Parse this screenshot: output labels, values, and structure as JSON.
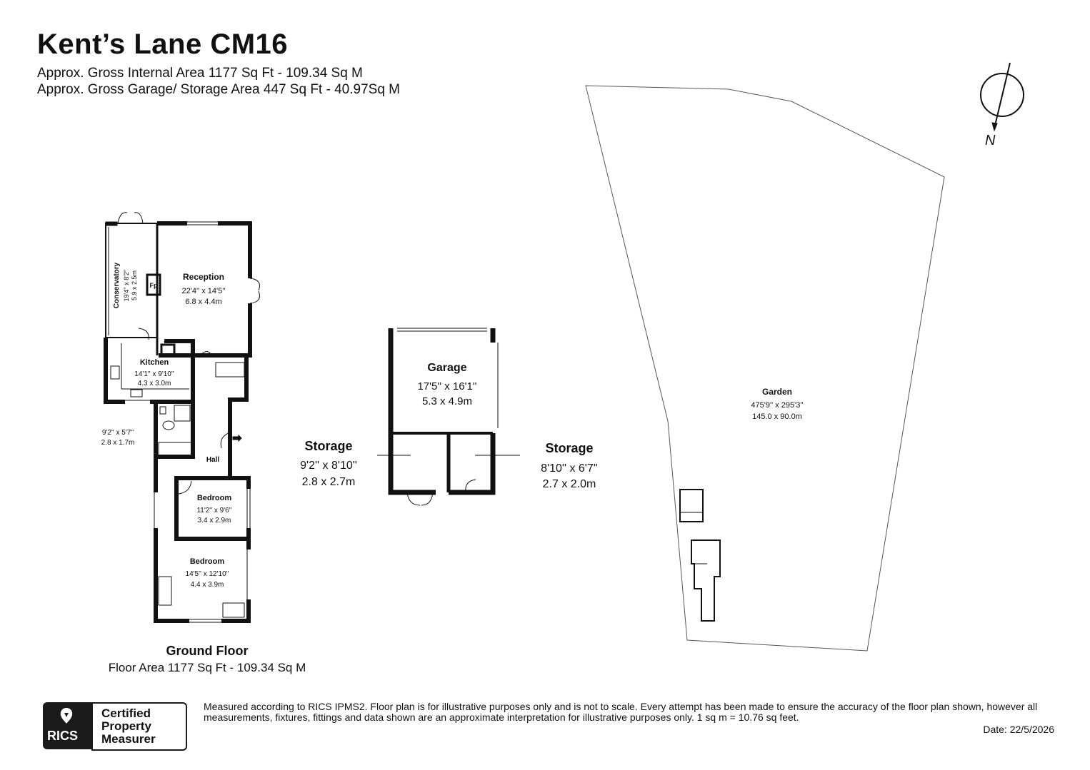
{
  "header": {
    "title": "Kent’s Lane CM16",
    "internal_area": "Approx. Gross Internal Area 1177 Sq Ft - 109.34 Sq M",
    "garage_area": "Approx. Gross Garage/ Storage Area 447 Sq Ft - 40.97Sq M"
  },
  "rooms": {
    "reception": {
      "name": "Reception",
      "imperial": "22'4'' x 14'5''",
      "metric": "6.8 x 4.4m"
    },
    "conservatory": {
      "name": "Conservatory",
      "imperial": "19'4'' x 8'2''",
      "metric": "5.9 x 2.5m"
    },
    "fireplace": {
      "name": "Fp"
    },
    "kitchen": {
      "name": "Kitchen",
      "imperial": "14'1'' x 9'10''",
      "metric": "4.3 x 3.0m"
    },
    "bathroom": {
      "imperial": "9'2'' x 5'7''",
      "metric": "2.8 x 1.7m"
    },
    "hall": {
      "name": "Hall"
    },
    "bedroom1": {
      "name": "Bedroom",
      "imperial": "11'2'' x 9'6''",
      "metric": "3.4 x 2.9m"
    },
    "bedroom2": {
      "name": "Bedroom",
      "imperial": "14'5'' x 12'10''",
      "metric": "4.4 x 3.9m"
    },
    "garage": {
      "name": "Garage",
      "imperial": "17'5'' x 16'1''",
      "metric": "5.3 x 4.9m"
    },
    "storage_left": {
      "name": "Storage",
      "imperial": "9'2'' x 8'10''",
      "metric": "2.8 x 2.7m"
    },
    "storage_right": {
      "name": "Storage",
      "imperial": "8'10'' x 6'7''",
      "metric": "2.7 x 2.0m"
    },
    "garden": {
      "name": "Garden",
      "imperial": "475'9'' x 295'3''",
      "metric": "145.0 x 90.0m"
    }
  },
  "floor": {
    "name": "Ground Floor",
    "area": "Floor Area 1177 Sq Ft - 109.34 Sq M"
  },
  "compass": {
    "label": "N"
  },
  "footer": {
    "disclaimer": "Measured according to RICS IPMS2. Floor plan is for illustrative purposes only and is not to scale. Every attempt has been made to ensure the accuracy of the floor plan shown, however all measurements, fixtures, fittings and data shown are an approximate interpretation for illustrative purposes only. 1 sq m = 10.76 sq feet.",
    "date": "Date: 22/5/2026"
  },
  "badge": {
    "logo_text": "RICS",
    "line1": "Certified",
    "line2": "Property",
    "line3": "Measurer"
  }
}
